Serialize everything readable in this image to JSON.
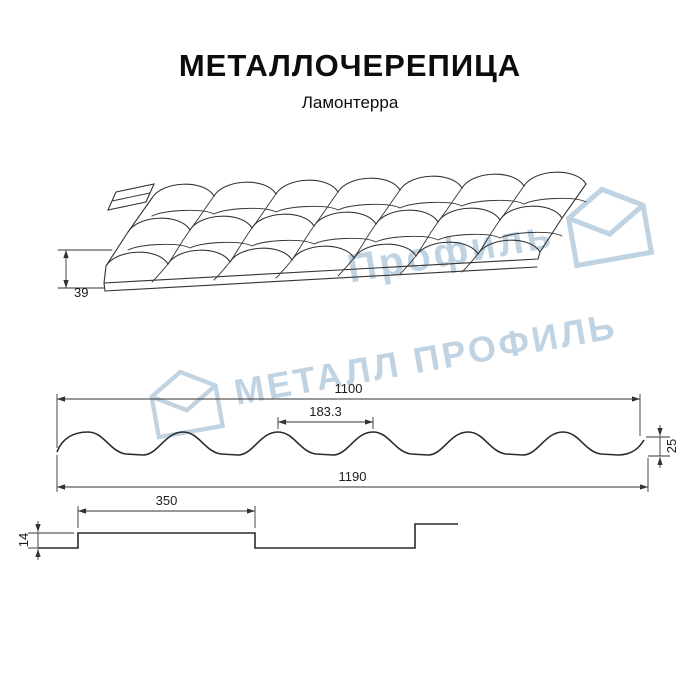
{
  "title": "МЕТАЛЛОЧЕРЕПИЦА",
  "subtitle": "Ламонтерра",
  "watermark": {
    "upper_text": "Профиль",
    "main_text": "МЕТАЛЛ ПРОФИЛЬ",
    "color": "#c0d3e2",
    "logo_name": "metall-profil-logo"
  },
  "colors": {
    "line": "#333333",
    "profile_line": "#2a2a2a",
    "text": "#0d0d0d"
  },
  "views": {
    "perspective": "roof-3d-view",
    "cross_section": "cross-section-view",
    "longitudinal_step": "step-profile-view"
  },
  "dimensions": {
    "roof_height": "39",
    "working_width": "1100",
    "wave_pitch": "183.3",
    "wave_height": "25",
    "overall_width": "1190",
    "module_length": "350",
    "step_height": "14"
  }
}
